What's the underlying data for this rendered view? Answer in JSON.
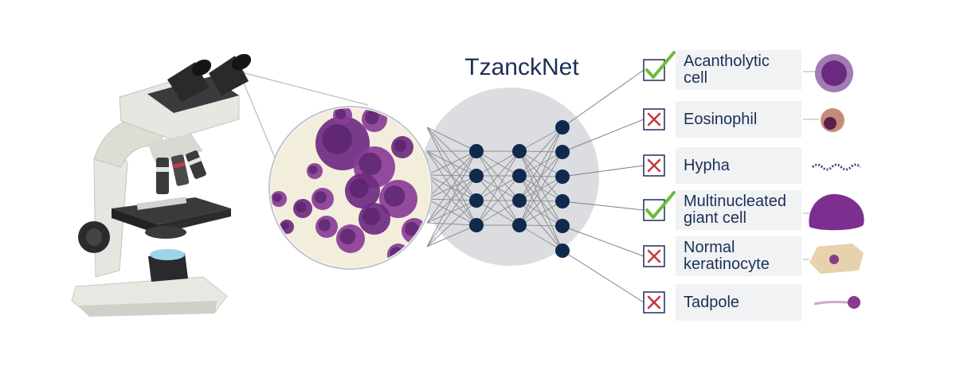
{
  "title": "TzanckNet",
  "network": {
    "layers": [
      0,
      4,
      4,
      6
    ]
  },
  "classes": [
    {
      "label": "Acantholytic cell",
      "label_lines": [
        "Acantholytic",
        "cell"
      ],
      "result": "check",
      "thumb": "acantholytic-cell-icon"
    },
    {
      "label": "Eosinophil",
      "label_lines": [
        "Eosinophil"
      ],
      "result": "cross",
      "thumb": "eosinophil-icon"
    },
    {
      "label": "Hypha",
      "label_lines": [
        "Hypha"
      ],
      "result": "cross",
      "thumb": "hypha-icon"
    },
    {
      "label": "Multinucleated giant cell",
      "label_lines": [
        "Multinucleated",
        "giant cell"
      ],
      "result": "check",
      "thumb": "giant-cell-icon"
    },
    {
      "label": "Normal keratinocyte",
      "label_lines": [
        "Normal",
        "keratinocyte"
      ],
      "result": "cross",
      "thumb": "keratinocyte-icon"
    },
    {
      "label": "Tadpole",
      "label_lines": [
        "Tadpole"
      ],
      "result": "cross",
      "thumb": "tadpole-icon"
    }
  ],
  "colors": {
    "node": "#0f2a4d",
    "text": "#1b2f57",
    "check": "#6dbb3a",
    "cross": "#c8343f",
    "cell_stain": "#7a2b8a",
    "label_bg": "#f1f2f4",
    "network_bg": "#dcdde0"
  }
}
